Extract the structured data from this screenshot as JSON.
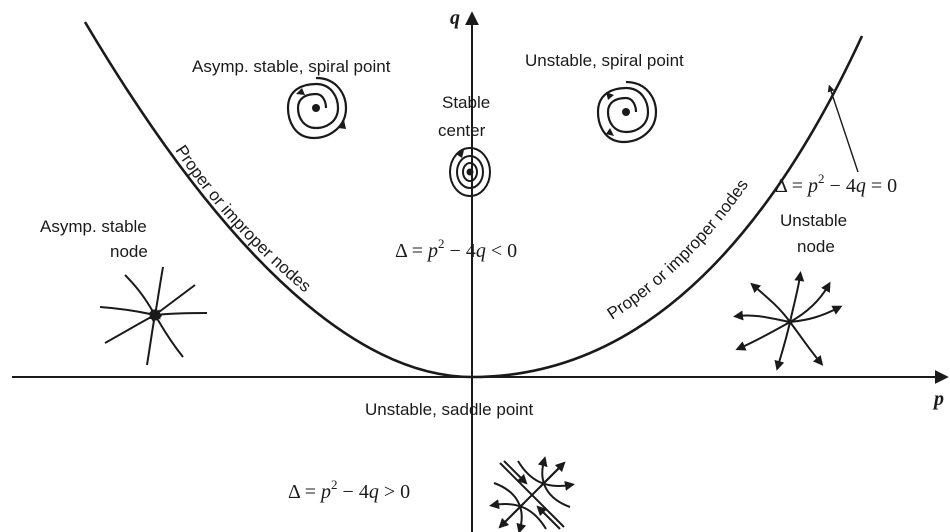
{
  "axes": {
    "x_label": "p",
    "y_label": "q"
  },
  "regions": {
    "asymp_spiral": "Asymp. stable, spiral point",
    "unstable_spiral": "Unstable, spiral point",
    "stable_center_line1": "Stable",
    "stable_center_line2": "center",
    "asymp_node_line1": "Asymp. stable",
    "asymp_node_line2": "node",
    "unstable_node_line1": "Unstable",
    "unstable_node_line2": "node",
    "saddle": "Unstable, saddle point"
  },
  "curve_labels": {
    "left": "Proper or improper nodes",
    "right": "Proper or improper nodes"
  },
  "equations": {
    "delta_zero": {
      "lhs": "Δ = ",
      "p": "p",
      "exp": "2",
      "rest": " − 4",
      "q": "q",
      "tail": " = 0"
    },
    "delta_neg": {
      "lhs": "Δ = ",
      "p": "p",
      "exp": "2",
      "rest": " − 4",
      "q": "q",
      "tail": " < 0"
    },
    "delta_pos": {
      "lhs": "Δ = ",
      "p": "p",
      "exp": "2",
      "rest": " − 4",
      "q": "q",
      "tail": " > 0"
    }
  },
  "colors": {
    "ink": "#1a1a1a",
    "background": "#ffffff"
  }
}
